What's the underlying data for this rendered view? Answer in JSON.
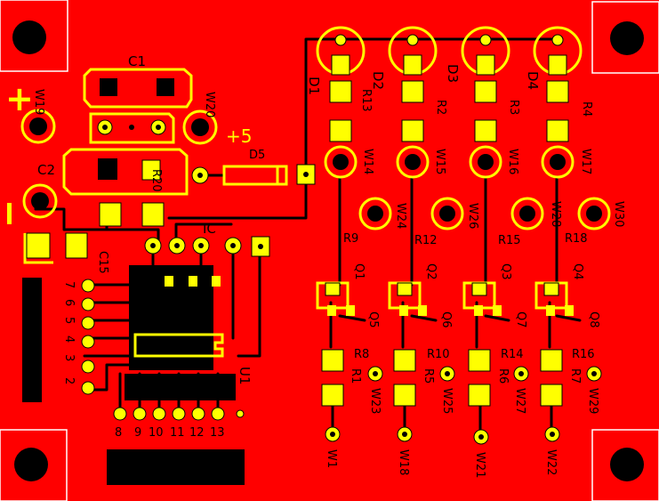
{
  "board": {
    "background_color": "#ff0000",
    "copper_color": "#000000",
    "silkscreen_color": "#ffff00"
  },
  "labels": {
    "c1": "C1",
    "c2": "C2",
    "c15": "C15",
    "d1": "D1",
    "d2": "D2",
    "d3": "D3",
    "d4": "D4",
    "d5": "D5",
    "ic": "IC",
    "u1": "U1",
    "plus": "+",
    "plus5": "+5",
    "minus": "|",
    "r1": "R1",
    "r2": "R2",
    "r3": "R3",
    "r4": "R4",
    "r5": "R5",
    "r6": "R6",
    "r7": "R7",
    "r8": "R8",
    "r9": "R9",
    "r10": "R10",
    "r12": "R12",
    "r13": "R13",
    "r14": "R14",
    "r15": "R15",
    "r16": "R16",
    "r18": "R18",
    "r20": "R20",
    "q1": "Q1",
    "q2": "Q2",
    "q3": "Q3",
    "q4": "Q4",
    "q5": "Q5",
    "q6": "Q6",
    "q7": "Q7",
    "q8": "Q8",
    "w1": "W1",
    "w14": "W14",
    "w15": "W15",
    "w16": "W16",
    "w17": "W17",
    "w18": "W18",
    "w19": "W19",
    "w20": "W20",
    "w21": "W21",
    "w22": "W22",
    "w23": "W23",
    "w24": "W24",
    "w25": "W25",
    "w26": "W26",
    "w27": "W27",
    "w28": "W28",
    "w29": "W29",
    "w30": "W30",
    "pin2": "2",
    "pin3": "3",
    "pin4": "4",
    "pin5": "5",
    "pin6": "6",
    "pin7": "7",
    "pin8": "8",
    "pin9": "9",
    "pin10": "10",
    "pin11": "11",
    "pin12": "12",
    "pin13": "13"
  }
}
